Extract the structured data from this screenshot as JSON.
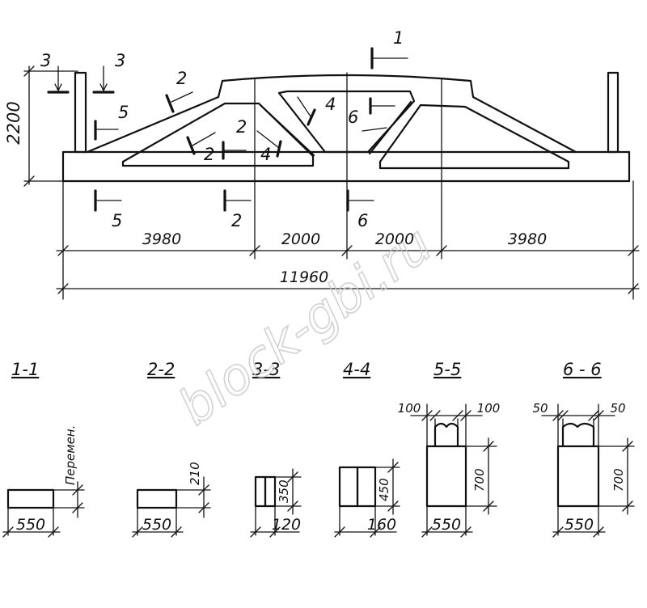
{
  "height_dim": "2200",
  "section_marks": {
    "m3a": "3",
    "m3b": "3",
    "m2top": "2",
    "m5top": "5",
    "m1top": "1",
    "m4a": "4",
    "m6a": "6",
    "m2b": "2",
    "m2c": "2",
    "m4b": "4",
    "m5bottom": "5",
    "m2bottom": "2",
    "m6bottom": "6"
  },
  "dimensions": {
    "d1": "3980",
    "d2": "2000",
    "d3": "2000",
    "d4": "3980",
    "total": "11960"
  },
  "sections": {
    "s1": {
      "title": "1-1",
      "width": "550",
      "note": "Перемен."
    },
    "s2": {
      "title": "2-2",
      "width": "550",
      "height": "210"
    },
    "s3": {
      "title": "3-3",
      "width": "120",
      "height": "350"
    },
    "s4": {
      "title": "4-4",
      "width": "160",
      "height": "450"
    },
    "s5": {
      "title": "5-5",
      "width": "550",
      "height": "700",
      "offset_l": "100",
      "offset_r": "100"
    },
    "s6": {
      "title": "6 - 6",
      "width": "550",
      "height": "700",
      "offset_l": "50",
      "offset_r": "50"
    }
  },
  "watermark": "block-gbi.ru"
}
